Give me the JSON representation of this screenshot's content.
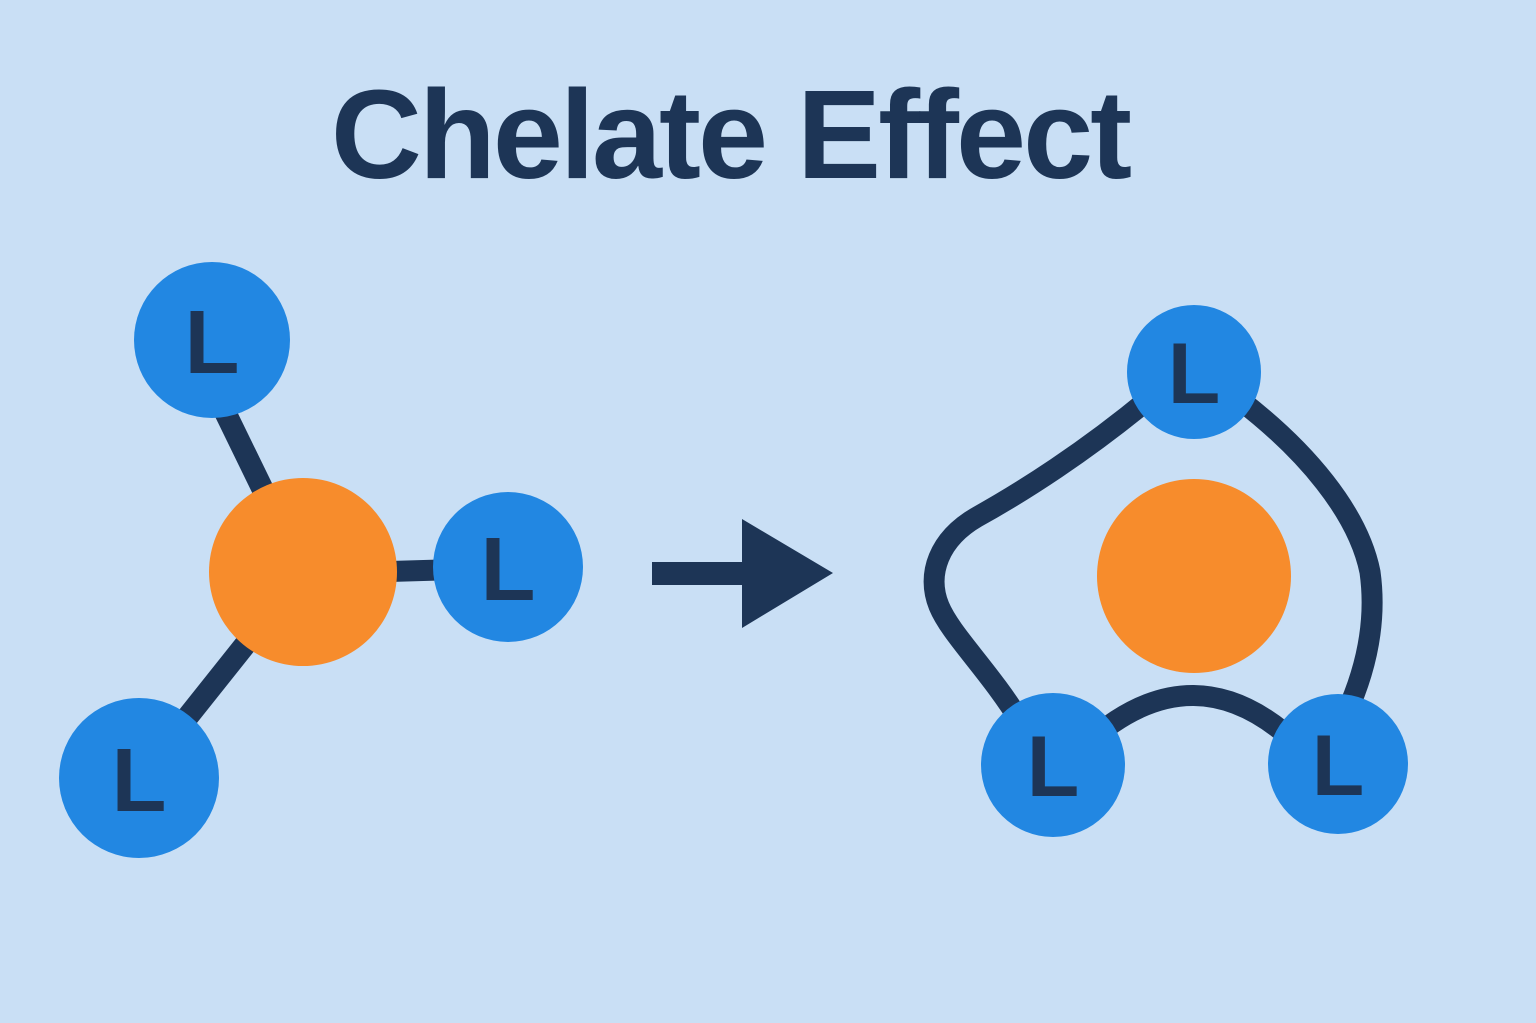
{
  "title": "Chelate Effect",
  "colors": {
    "background": "#c9dff5",
    "ligand_blue": "#2287e2",
    "metal_orange": "#f78c2c",
    "navy": "#1d3556"
  },
  "left_complex": {
    "description": "metal center bound to three separate monodentate ligands",
    "ligand_labels": [
      "L",
      "L",
      "L"
    ]
  },
  "arrow": {
    "direction": "right"
  },
  "right_complex": {
    "description": "chelate ring: multidentate ligand wrapping the metal center",
    "ligand_labels": [
      "L",
      "L",
      "L"
    ]
  }
}
